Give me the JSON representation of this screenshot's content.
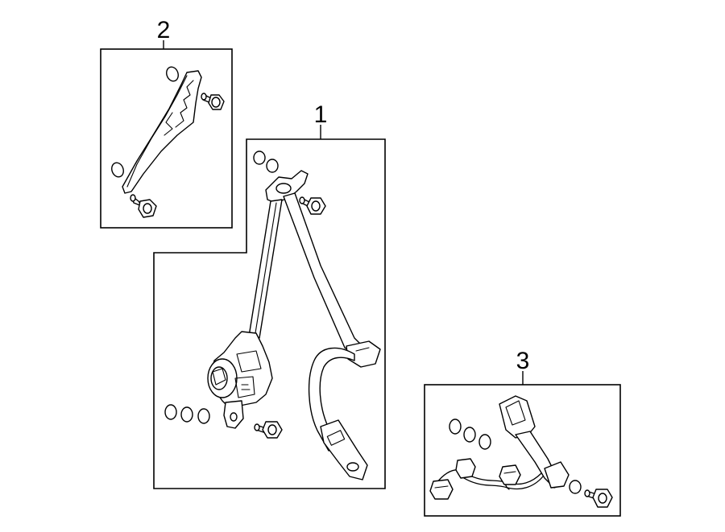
{
  "callouts": [
    {
      "id": "1",
      "label": "1"
    },
    {
      "id": "2",
      "label": "2"
    },
    {
      "id": "3",
      "label": "3"
    }
  ],
  "parts": {
    "1": {
      "icon": "seat-belt-retractor-assembly-icon"
    },
    "2": {
      "icon": "height-adjuster-rail-icon"
    },
    "3": {
      "icon": "seat-belt-buckle-assembly-icon"
    }
  }
}
